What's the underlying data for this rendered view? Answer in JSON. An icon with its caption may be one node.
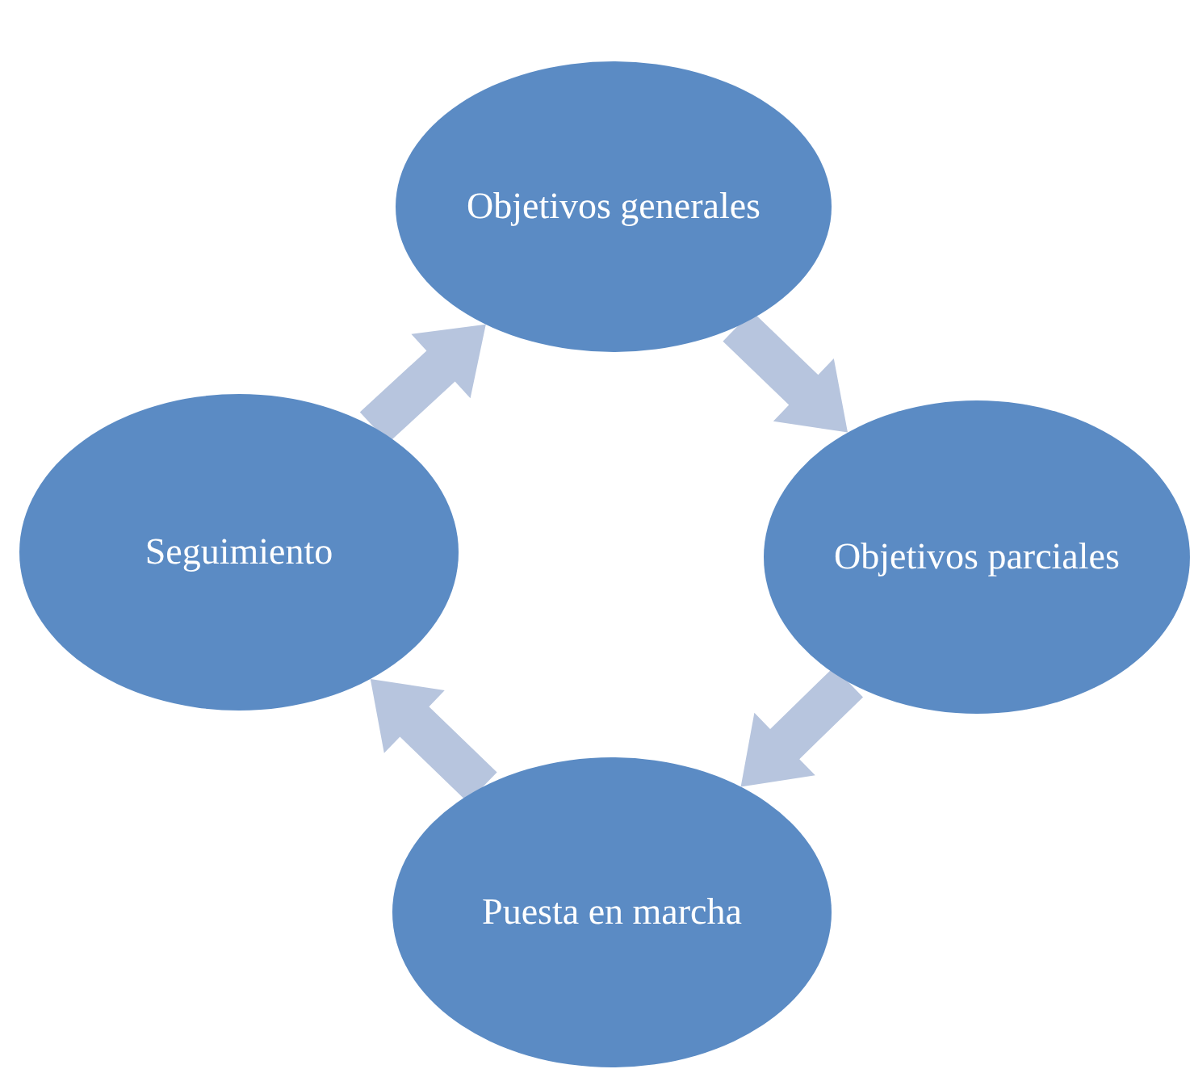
{
  "diagram": {
    "nodes": [
      {
        "text": [
          "Objetivos generales"
        ]
      },
      {
        "text": [
          "Objetivos parciales"
        ]
      },
      {
        "text": [
          "Puesta en marcha"
        ]
      },
      {
        "text": [
          "Seguimiento"
        ]
      }
    ],
    "edges": [
      {
        "from": 0,
        "to": 1,
        "arrow": "to"
      },
      {
        "from": 1,
        "to": 2,
        "arrow": "to"
      },
      {
        "from": 2,
        "to": 3,
        "arrow": "to"
      },
      {
        "from": 3,
        "to": 0,
        "arrow": "to"
      }
    ]
  }
}
